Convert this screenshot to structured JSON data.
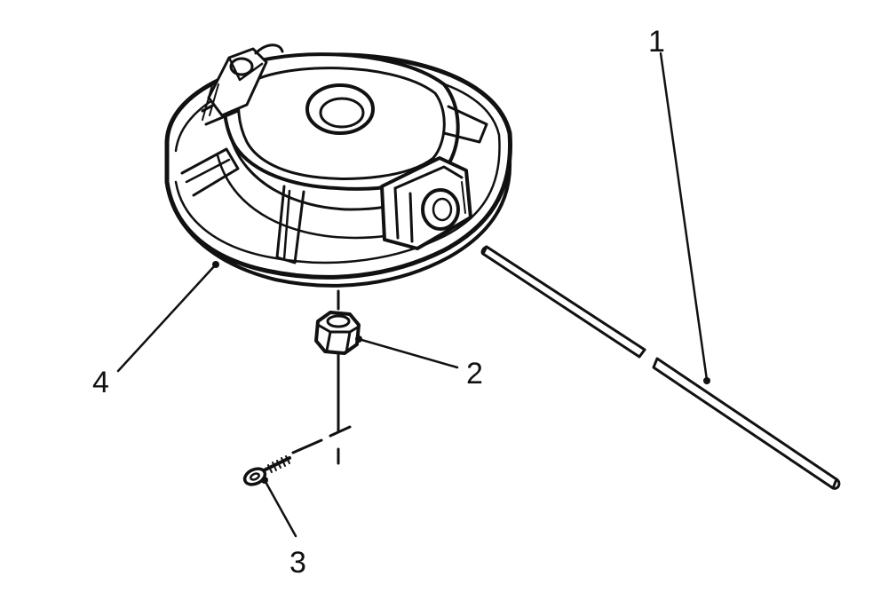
{
  "diagram": {
    "parts": [
      {
        "id": "1",
        "label": "1",
        "name": "trimmer-line"
      },
      {
        "id": "2",
        "label": "2",
        "name": "nut"
      },
      {
        "id": "3",
        "label": "3",
        "name": "eye-bolt"
      },
      {
        "id": "4",
        "label": "4",
        "name": "trimmer-head"
      }
    ],
    "colors": {
      "ink": "#111111",
      "background": "#ffffff"
    }
  }
}
